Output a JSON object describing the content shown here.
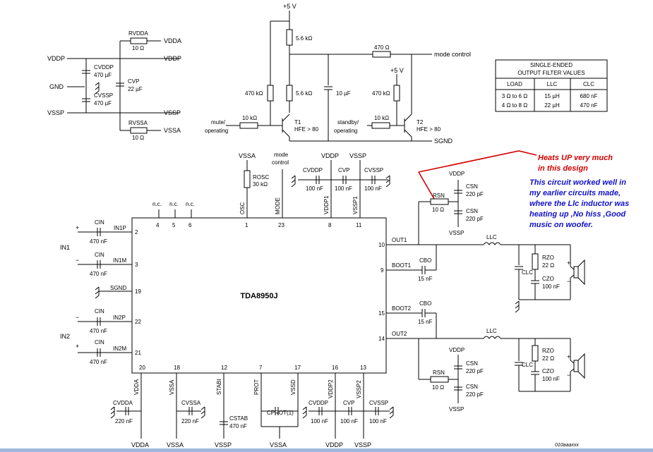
{
  "top": {
    "vdda_net": "VDDA",
    "vddp_net": "VDDP",
    "gnd_net": "GND",
    "vssp_net": "VSSP",
    "vssa_net": "VSSA",
    "rvdda": "RVDDA",
    "rvdda_val": "10 Ω",
    "rvssa": "RVSSA",
    "rvssa_val": "10 Ω",
    "cvddp": "CVDDP",
    "cvddp_val": "470 µF",
    "cvssp": "CVSSP",
    "cvssp_val": "470 µF",
    "cvp": "CVP",
    "cvp_val": "22 µF",
    "v5a": "+5 V",
    "r56a": "5.6 kΩ",
    "r56b": "5.6 kΩ",
    "r470a": "470 kΩ",
    "r10ka": "10 kΩ",
    "mute": "mute/",
    "operating1": "operating",
    "t1": "T1",
    "hfe1": "HFE > 80",
    "c10u": "10 µF",
    "r470ohm": "470 Ω",
    "mode_control": "mode control",
    "v5b": "+5 V",
    "r470b": "470 kΩ",
    "r10kb": "10 kΩ",
    "standby": "standby/",
    "operating2": "operating",
    "t2": "T2",
    "hfe2": "HFE > 80",
    "sgnd": "SGND"
  },
  "filter_table": {
    "title1": "SINGLE-ENDED",
    "title2": "OUTPUT FILTER VALUES",
    "headers": [
      "LOAD",
      "LLC",
      "CLC"
    ],
    "rows": [
      [
        "3 Ω to 6 Ω",
        "15 µH",
        "680 nF"
      ],
      [
        "4 Ω to 8 Ω",
        "22 µH",
        "470 nF"
      ]
    ]
  },
  "notes": {
    "heats_1": "Heats UP  very much",
    "heats_2": "in  this design",
    "worked_1": "This circuit worked  well in",
    "worked_2": "my earlier  circuits made,",
    "worked_3": "where the Llc inductor was",
    "worked_4": "heating up ,No hiss ,Good",
    "worked_5": "music  on  woofer."
  },
  "chip": {
    "name": "TDA8950J",
    "pins_left": [
      {
        "name": "IN1P",
        "num": "2"
      },
      {
        "name": "IN1M",
        "num": "3"
      },
      {
        "name": "SGND",
        "num": "19"
      },
      {
        "name": "IN2P",
        "num": "22"
      },
      {
        "name": "IN2M",
        "num": "21"
      }
    ],
    "pins_top": [
      {
        "name": "n.c.",
        "num": "4"
      },
      {
        "name": "n.c.",
        "num": "5"
      },
      {
        "name": "n.c.",
        "num": "6"
      },
      {
        "name": "OSC",
        "num": "1"
      },
      {
        "name": "MODE",
        "num": "23"
      },
      {
        "name": "VDDP1",
        "num": "8"
      },
      {
        "name": "VSSP1",
        "num": "11"
      }
    ],
    "pins_right": [
      {
        "name": "OUT1",
        "num": "10"
      },
      {
        "name": "BOOT1",
        "num": "9"
      },
      {
        "name": "BOOT2",
        "num": "15"
      },
      {
        "name": "OUT2",
        "num": "14"
      }
    ],
    "pins_bottom": [
      {
        "name": "VDDA",
        "num": "20"
      },
      {
        "name": "VSSA",
        "num": "18"
      },
      {
        "name": "STABI",
        "num": "12"
      },
      {
        "name": "PROT",
        "num": "7"
      },
      {
        "name": "VSSD",
        "num": "17"
      },
      {
        "name": "VDDP2",
        "num": "16"
      },
      {
        "name": "VSSP2",
        "num": "13"
      }
    ]
  },
  "inputs": {
    "in1": "IN1",
    "in2": "IN2",
    "cin": "CIN",
    "cin_val": "470 nF",
    "plus": "+",
    "minus": "−"
  },
  "top_parts": {
    "vssa": "VSSA",
    "mode_control_1": "mode",
    "mode_control_2": "control",
    "rosc": "ROSC",
    "rosc_val": "30 kΩ",
    "vddp": "VDDP",
    "vssp": "VSSP",
    "cvddp": "CVDDP",
    "cvddp_val": "100 nF",
    "cvp": "CVP",
    "cvp_val": "100 nF",
    "cvssp": "CVSSP",
    "cvssp_val": "100 nF"
  },
  "outputs": {
    "vddp": "VDDP",
    "vssp": "VSSP",
    "csn": "CSN",
    "csn_val": "220 pF",
    "rsn": "RSN",
    "rsn_val": "10 Ω",
    "cbo": "CBO",
    "cbo_val": "15 nF",
    "llc": "LLC",
    "clc": "CLC",
    "rzo": "RZO",
    "rzo_val": "22 Ω",
    "czo": "CZO",
    "czo_val": "100 nF",
    "plus": "+",
    "minus": "−"
  },
  "bottom_parts": {
    "cvdda": "CVDDA",
    "cvdda_val": "220 nF",
    "cvssa": "CVSSA",
    "cvssa_val": "220 nF",
    "cstab": "CSTAB",
    "cstab_val": "470 nF",
    "cprot": "CPROT(1)",
    "cvddp": "CVDDP",
    "cvddp_val": "100 nF",
    "cvp": "CVP",
    "cvp_val": "100 nF",
    "cvssp": "CVSSP",
    "cvssp_val": "100 nF",
    "vdda": "VDDA",
    "vssa": "VSSA",
    "vssp": "VSSP",
    "vssa2": "VSSA",
    "vddp": "VDDP",
    "vssp2": "VSSP"
  },
  "figure_id": "010aaaxxx"
}
